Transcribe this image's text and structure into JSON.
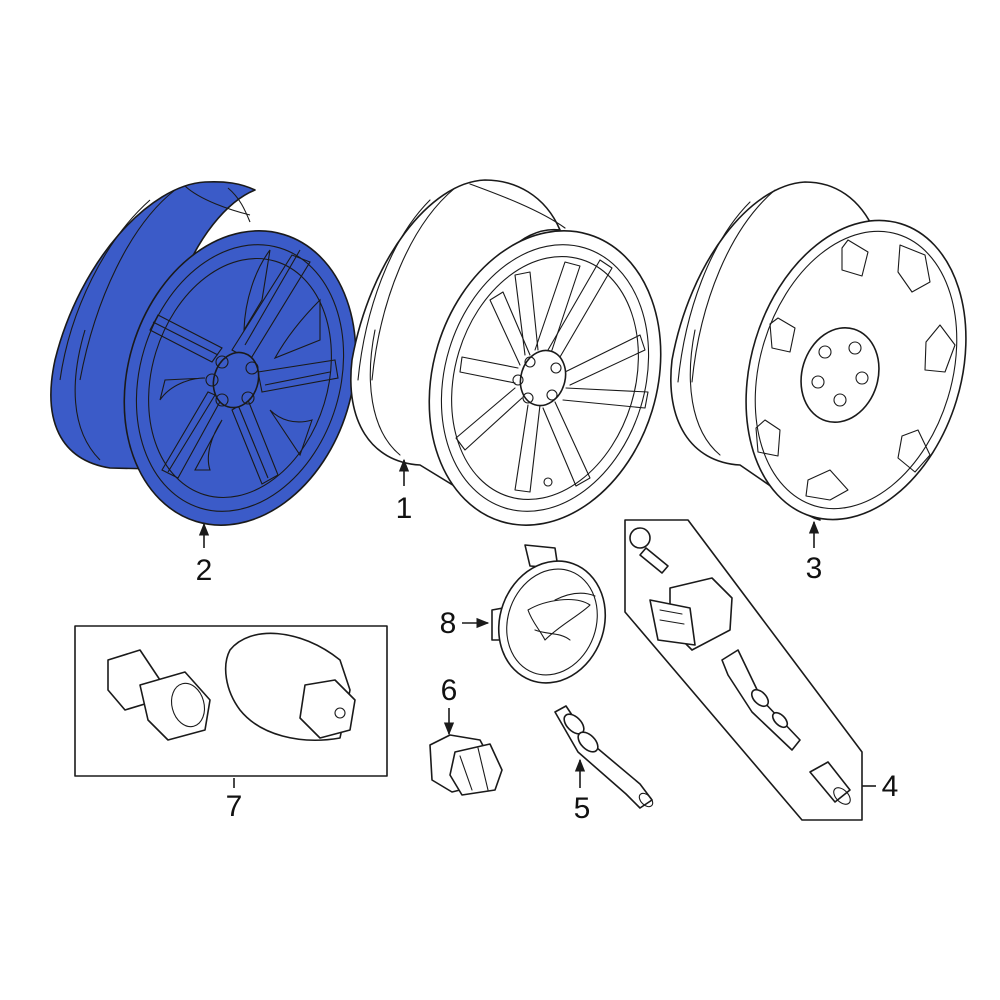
{
  "colors": {
    "highlight": "#3b5bc8",
    "line": "#1a1a1a",
    "background": "#ffffff"
  },
  "callouts": {
    "wheel_alloy_main": "1",
    "wheel_highlighted": "2",
    "wheel_spare": "3",
    "tpms_sensor_kit": "4",
    "valve_stem": "5",
    "lug_nut": "6",
    "wheel_lock_kit": "7",
    "center_cap": "8"
  },
  "highlighted_part": "2"
}
